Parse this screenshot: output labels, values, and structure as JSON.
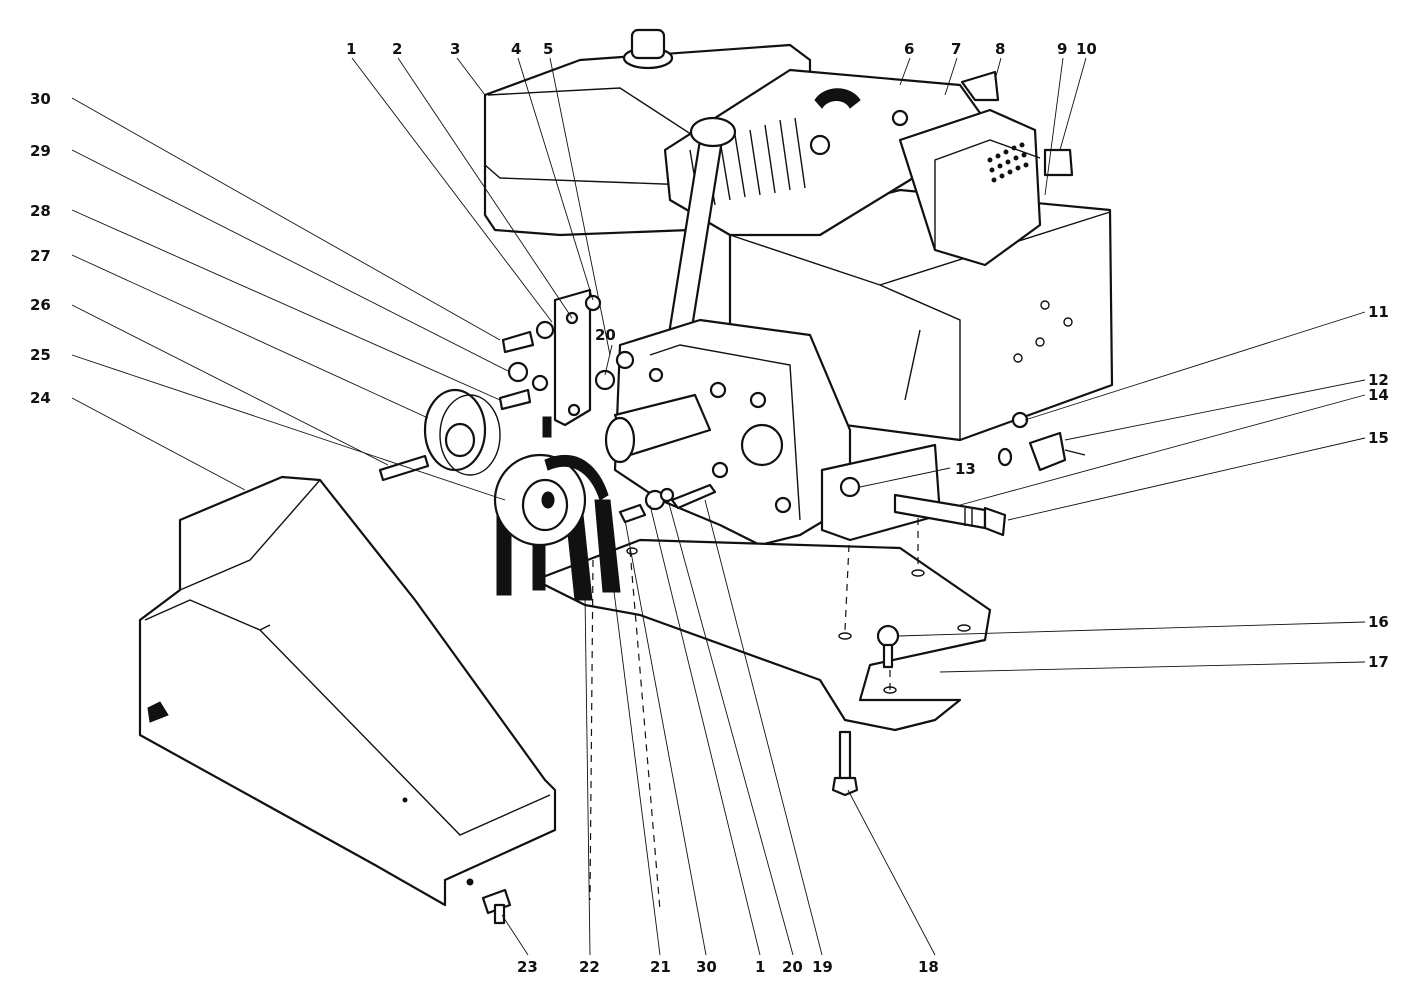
{
  "diagram": {
    "callouts": [
      {
        "id": "c1-top",
        "text": "1"
      },
      {
        "id": "c2",
        "text": "2"
      },
      {
        "id": "c3",
        "text": "3"
      },
      {
        "id": "c4",
        "text": "4"
      },
      {
        "id": "c5",
        "text": "5"
      },
      {
        "id": "c6",
        "text": "6"
      },
      {
        "id": "c7",
        "text": "7"
      },
      {
        "id": "c8",
        "text": "8"
      },
      {
        "id": "c9",
        "text": "9"
      },
      {
        "id": "c10",
        "text": "10"
      },
      {
        "id": "c11",
        "text": "11"
      },
      {
        "id": "c12",
        "text": "12"
      },
      {
        "id": "c13",
        "text": "13"
      },
      {
        "id": "c14",
        "text": "14"
      },
      {
        "id": "c15",
        "text": "15"
      },
      {
        "id": "c16",
        "text": "16"
      },
      {
        "id": "c17",
        "text": "17"
      },
      {
        "id": "c18",
        "text": "18"
      },
      {
        "id": "c19",
        "text": "19"
      },
      {
        "id": "c20-bottom",
        "text": "20"
      },
      {
        "id": "c1-bottom",
        "text": "1"
      },
      {
        "id": "c30-bottom",
        "text": "30"
      },
      {
        "id": "c21",
        "text": "21"
      },
      {
        "id": "c22",
        "text": "22"
      },
      {
        "id": "c23",
        "text": "23"
      },
      {
        "id": "c24",
        "text": "24"
      },
      {
        "id": "c25",
        "text": "25"
      },
      {
        "id": "c26",
        "text": "26"
      },
      {
        "id": "c27",
        "text": "27"
      },
      {
        "id": "c28",
        "text": "28"
      },
      {
        "id": "c29",
        "text": "29"
      },
      {
        "id": "c30-left",
        "text": "30"
      },
      {
        "id": "c20-mid",
        "text": "20"
      }
    ]
  }
}
